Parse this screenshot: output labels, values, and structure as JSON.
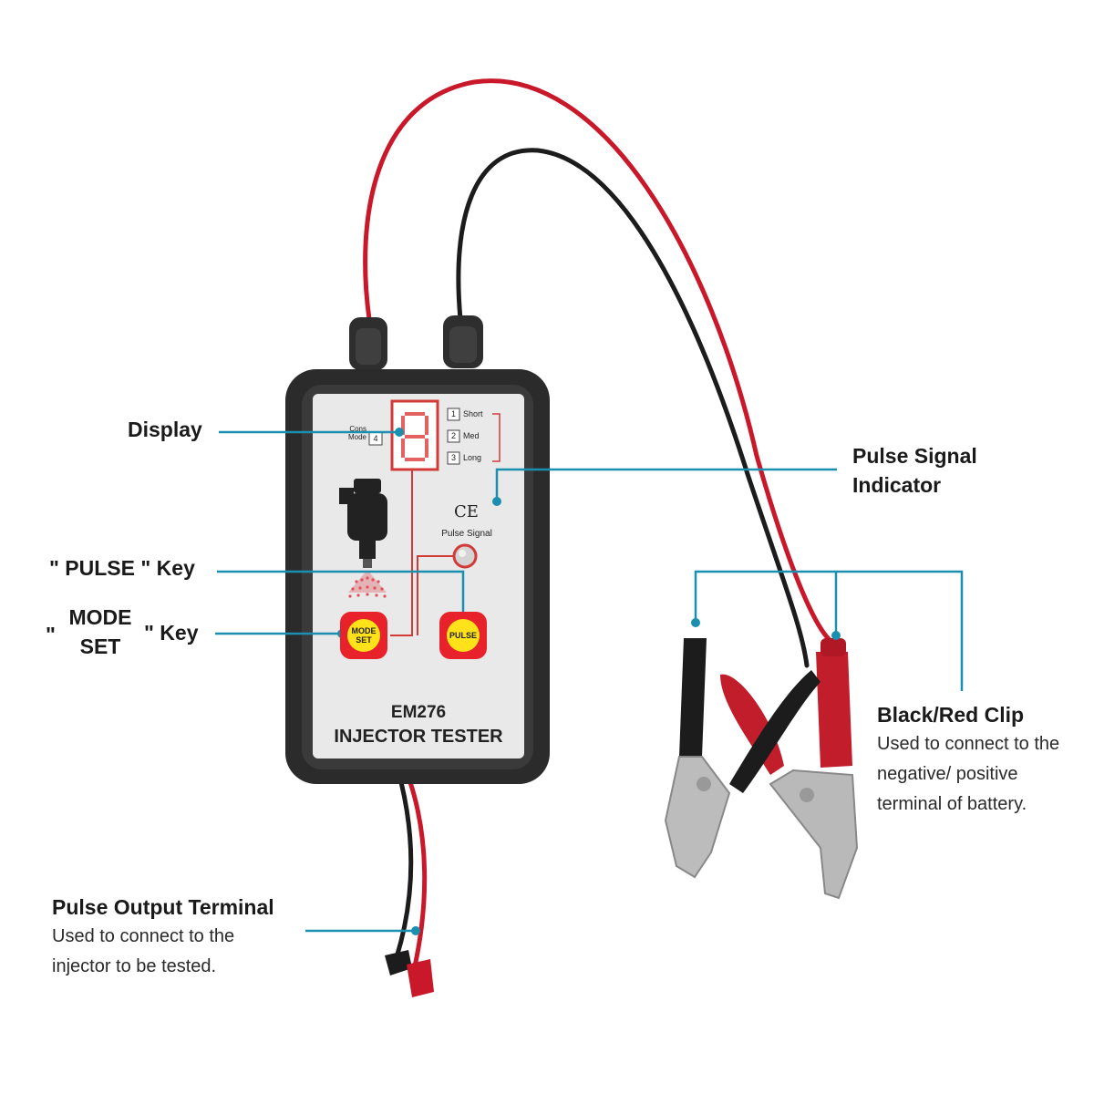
{
  "colors": {
    "callout_line": "#1a8fb0",
    "device_body": "#2b2b2b",
    "panel": "#e9e9e9",
    "key_red": "#e8222a",
    "key_yellow": "#ffe21a",
    "wire_red": "#c8182a",
    "wire_black": "#1c1c1c"
  },
  "callouts": {
    "display": "Display",
    "pulse_signal_line1": "Pulse Signal",
    "pulse_signal_line2": "Indicator",
    "pulse_key": "\" PULSE \" Key",
    "mode_quote_open": "\"",
    "mode_line1": "MODE",
    "mode_line2": "SET",
    "mode_key_suffix": "\" Key",
    "clip_title": "Black/Red Clip",
    "clip_desc1": "Used to connect to the",
    "clip_desc2": "negative/ positive",
    "clip_desc3": "terminal of battery.",
    "output_title": "Pulse Output Terminal",
    "output_desc1": "Used to connect to the",
    "output_desc2": "injector to be tested."
  },
  "device": {
    "model": "EM276",
    "name": "INJECTOR TESTER",
    "mode_label1": "Cons",
    "mode_label2": "Mode",
    "mode_digit": "4",
    "speed_options": [
      {
        "num": "1",
        "label": "Short"
      },
      {
        "num": "2",
        "label": "Med"
      },
      {
        "num": "3",
        "label": "Long"
      }
    ],
    "ce_mark": "CE",
    "pulse_signal_label": "Pulse Signal",
    "mode_key_line1": "MODE",
    "mode_key_line2": "SET",
    "pulse_key_label": "PULSE"
  }
}
